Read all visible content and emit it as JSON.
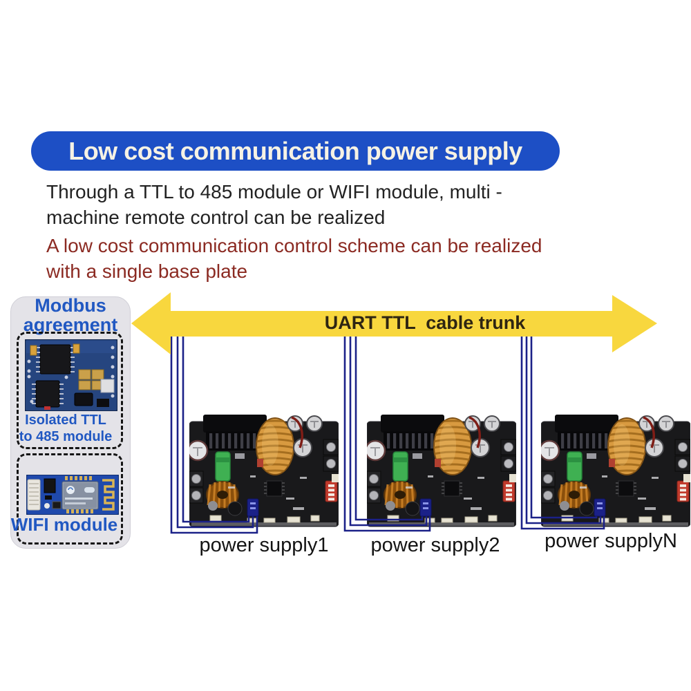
{
  "banner": {
    "title": "Low cost communication power supply",
    "bg_color": "#1d4fc5",
    "text_color": "#f6f2e4"
  },
  "intro": {
    "line1": "Through a TTL to 485 module or WIFI module, multi -",
    "line2": "machine remote control can be realized",
    "color": "#222222"
  },
  "highlight": {
    "line1": "A low cost communication control scheme can be realized",
    "line2": "with a single base plate",
    "color": "#8b2a22"
  },
  "modbus_panel": {
    "title_line1": "Modbus",
    "title_line2": "agreement",
    "module1_caption_line1": "Isolated TTL",
    "module1_caption_line2": "to 485 module",
    "module2_caption": "WIFI module",
    "panel_bg": "#e4e3e8",
    "caption_color": "#2158c2"
  },
  "trunk": {
    "label": "UART TTL  cable trunk",
    "arrow_color": "#f8d73e",
    "label_color": "#2e2512",
    "wire_color": "#1b2188"
  },
  "supplies": [
    {
      "label": "power supply1"
    },
    {
      "label": "power supply2"
    },
    {
      "label": "power supplyN"
    }
  ]
}
